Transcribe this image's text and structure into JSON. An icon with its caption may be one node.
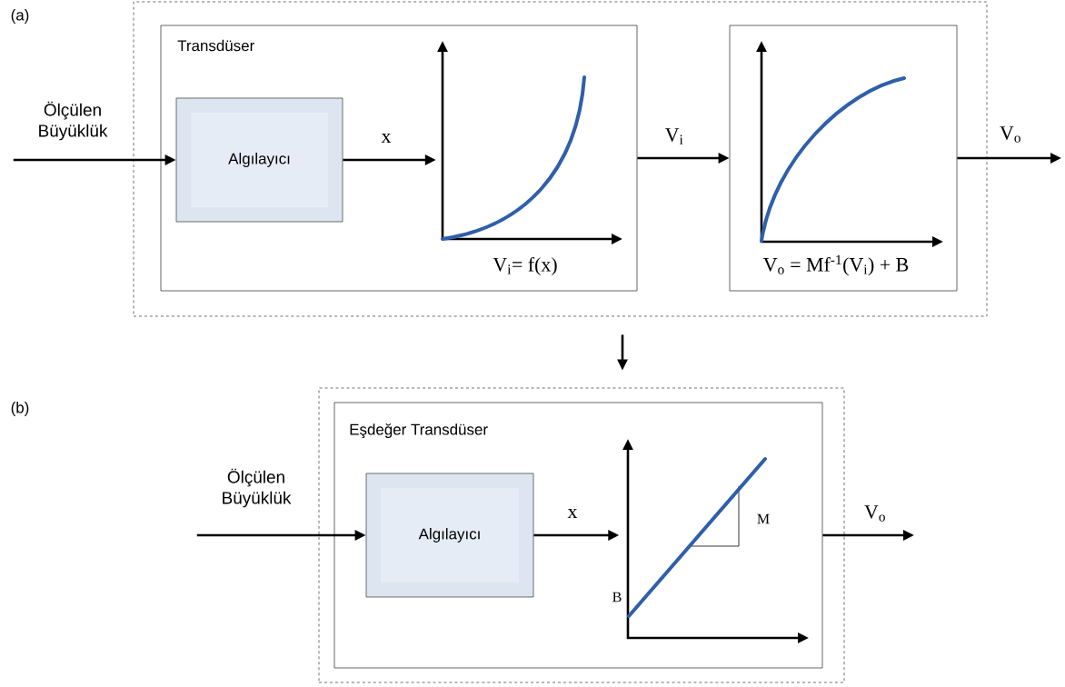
{
  "diagram": {
    "nodes": [
      {
        "text": [],
        "shape": "box"
      },
      {
        "text": [
          "Transdüser"
        ],
        "in": 0
      },
      {
        "text": [
          "Algılayıcı"
        ],
        "in": 1
      },
      {
        "text": [],
        "shape": "picture",
        "in": 1,
        "beside": [
          "V$_{i}$= f(x)"
        ]
      },
      {
        "text": [
          "V$_{o}$ = Mf$^{-1}$(V$_{i}$) + B"
        ],
        "in": 0
      },
      {
        "text": [
          "Ölçülen Büyüklük"
        ]
      },
      {
        "text": [],
        "shape": "box"
      },
      {
        "text": [
          "Eşdeğer Transdüser"
        ],
        "in": 6
      },
      {
        "text": [
          "Algılayıcı"
        ],
        "in": 7
      },
      {
        "text": [],
        "shape": "picture",
        "in": 7
      },
      {
        "text": [
          "Ölçülen Büyüklük"
        ]
      }
    ],
    "edges": [
      {
        "from": 5,
        "to": 2,
        "arrow": "to"
      },
      {
        "from": 2,
        "to": 3,
        "arrow": "to",
        "label": "x"
      },
      {
        "from": 1,
        "to": 4,
        "arrow": "to",
        "label": "V$_{i}$"
      },
      {
        "from": 4,
        "to": null,
        "arrow": "to",
        "label": "V$_{o}$"
      },
      {
        "from": 0,
        "to": 6,
        "arrow": "to"
      },
      {
        "from": 10,
        "to": 8,
        "arrow": "to"
      },
      {
        "from": 8,
        "to": 9,
        "arrow": "to",
        "label": "x"
      },
      {
        "from": 7,
        "to": null,
        "arrow": "to",
        "label": "V$_{o}$"
      }
    ],
    "labels": [
      "(a)",
      "(b)",
      "M",
      "B"
    ]
  }
}
